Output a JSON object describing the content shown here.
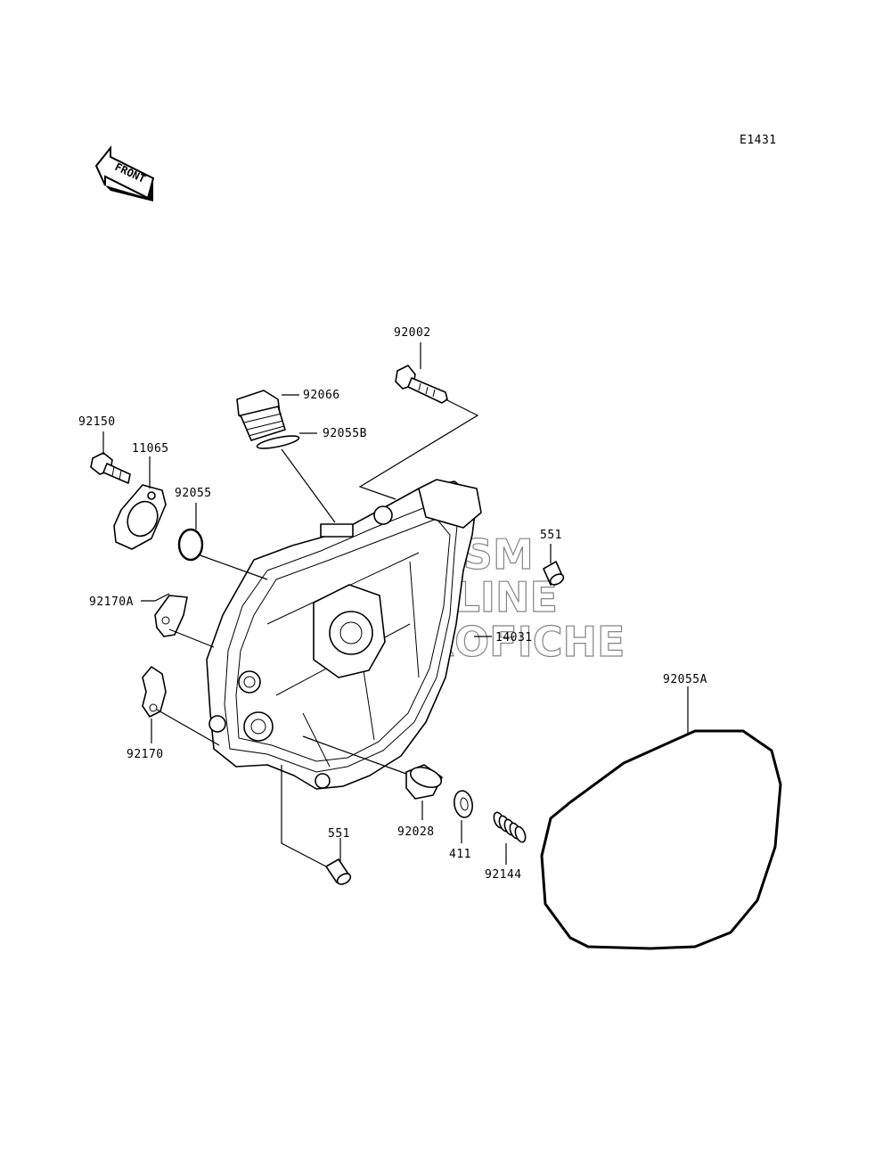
{
  "diagram_code": "E1431",
  "front_label": "FRONT",
  "watermark": [
    "HLSM",
    "ONLINE",
    "MICROFICHE"
  ],
  "parts": [
    {
      "id": "p92002",
      "number": "92002"
    },
    {
      "id": "p92066",
      "number": "92066"
    },
    {
      "id": "p92055B",
      "number": "92055B"
    },
    {
      "id": "p92150",
      "number": "92150"
    },
    {
      "id": "p11065",
      "number": "11065"
    },
    {
      "id": "p92055",
      "number": "92055"
    },
    {
      "id": "p551a",
      "number": "551"
    },
    {
      "id": "p92170A",
      "number": "92170A"
    },
    {
      "id": "p14031",
      "number": "14031"
    },
    {
      "id": "p92055A",
      "number": "92055A"
    },
    {
      "id": "p92170",
      "number": "92170"
    },
    {
      "id": "p92028",
      "number": "92028"
    },
    {
      "id": "p411",
      "number": "411"
    },
    {
      "id": "p92144",
      "number": "92144"
    },
    {
      "id": "p551b",
      "number": "551"
    }
  ]
}
